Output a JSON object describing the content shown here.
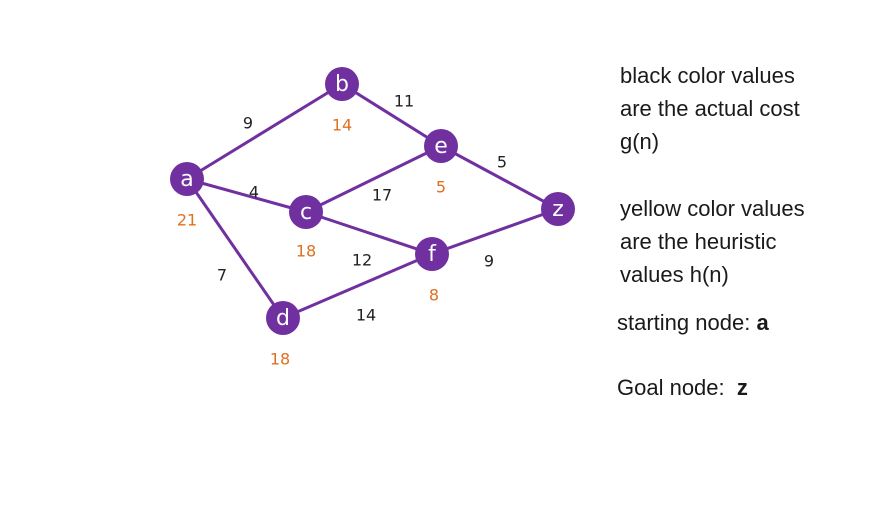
{
  "graph": {
    "node_color": "#7030A0",
    "edge_color": "#7030A0",
    "weight_color": "#222222",
    "heuristic_color": "#E07020",
    "nodes": [
      {
        "id": "a",
        "h": "21"
      },
      {
        "id": "b",
        "h": "14"
      },
      {
        "id": "c",
        "h": "18"
      },
      {
        "id": "d",
        "h": "18"
      },
      {
        "id": "e",
        "h": "5"
      },
      {
        "id": "f",
        "h": "8"
      },
      {
        "id": "z",
        "h": ""
      }
    ],
    "edges": [
      {
        "from": "a",
        "to": "b",
        "weight": "9"
      },
      {
        "from": "a",
        "to": "c",
        "weight": "4"
      },
      {
        "from": "a",
        "to": "d",
        "weight": "7"
      },
      {
        "from": "b",
        "to": "e",
        "weight": "11"
      },
      {
        "from": "c",
        "to": "e",
        "weight": "17"
      },
      {
        "from": "c",
        "to": "f",
        "weight": "12"
      },
      {
        "from": "d",
        "to": "f",
        "weight": "14"
      },
      {
        "from": "e",
        "to": "z",
        "weight": "5"
      },
      {
        "from": "f",
        "to": "z",
        "weight": "9"
      }
    ]
  },
  "legend": {
    "g_lines": [
      "black color values",
      "are the actual cost",
      "g(n)"
    ],
    "h_lines": [
      "yellow color values",
      "are the heuristic",
      "values h(n)"
    ],
    "start_label": "starting node: ",
    "start_value": "a",
    "goal_label": "Goal node:  ",
    "goal_value": "z"
  }
}
